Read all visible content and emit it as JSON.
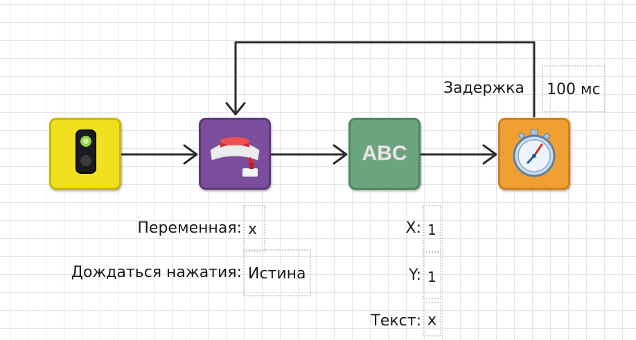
{
  "blocks": {
    "start": {
      "icon": "traffic-light-icon"
    },
    "wait_button": {
      "icon": "button-press-icon"
    },
    "text": {
      "icon": "abc-text-icon",
      "label": "ABC"
    },
    "delay": {
      "icon": "stopwatch-icon"
    }
  },
  "params": {
    "delay": {
      "label": "Задержка",
      "value": "100 мс"
    },
    "variable": {
      "label": "Переменная:",
      "value": "x"
    },
    "wait_press": {
      "label": "Дождаться нажатия:",
      "value": "Истина"
    },
    "text_x": {
      "label": "X:",
      "value": "1"
    },
    "text_y": {
      "label": "Y:",
      "value": "1"
    },
    "text_text": {
      "label": "Текст:",
      "value": "x"
    }
  },
  "colors": {
    "start": "#f0e020",
    "wait_button": "#7a4e9c",
    "text": "#6aa57c",
    "delay": "#f0a032",
    "link": "#2a2a2a"
  }
}
